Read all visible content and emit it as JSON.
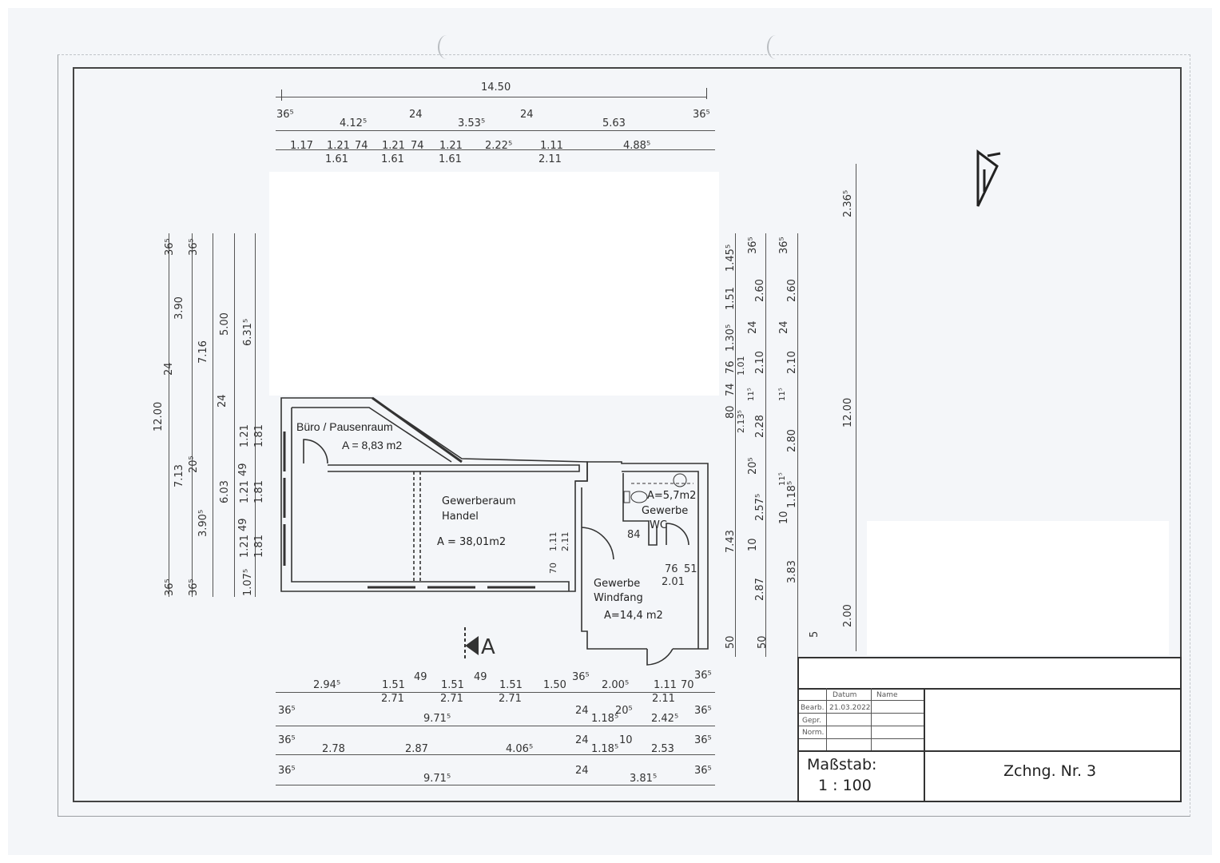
{
  "drawing": {
    "scale_label": "Maßstab:",
    "scale_value": "1 : 100",
    "drawing_number": "Zchng. Nr. 3",
    "section_marker": "A",
    "title_block": {
      "col_datum": "Datum",
      "col_name": "Name",
      "row_bearb": "Bearb.",
      "row_bearb_date": "21.03.2022",
      "row_gepr": "Gepr.",
      "row_norm": "Norm."
    }
  },
  "rooms": [
    {
      "name": "Büro / Pausenraum",
      "area": "A = 8,83 m2"
    },
    {
      "name_line1": "Gewerberaum",
      "name_line2": "Handel",
      "area": "A  =  38,01m2"
    },
    {
      "name_line1": "Gewerbe",
      "name_line2": "WC",
      "area": "A=5,7m2"
    },
    {
      "name_line1": "Gewerbe",
      "name_line2": "Windfang",
      "area": "A=14,4  m2"
    }
  ],
  "dimensions": {
    "top": {
      "overall": "14.50",
      "row2": [
        "36⁵",
        "4.12⁵",
        "24",
        "3.53⁵",
        "24",
        "5.63",
        "36⁵"
      ],
      "row3_top": [
        "1.17",
        "1.21",
        "74",
        "1.21",
        "74",
        "1.21",
        "2.22⁵",
        "1.11",
        "4.88⁵"
      ],
      "row3_bottom": [
        "1.61",
        "1.61",
        "1.61",
        "2.11"
      ]
    },
    "left": {
      "col1": [
        "12.00"
      ],
      "col2": [
        "36⁵",
        "3.90",
        "24",
        "7.13",
        "36⁵"
      ],
      "col3": [
        "36⁵",
        "7.16",
        "20⁵",
        "3.90⁵",
        "36⁵"
      ],
      "col4": [
        "5.00",
        "24",
        "6.03"
      ],
      "col5": [
        "6.31⁵",
        "1.21",
        "1.81",
        "49",
        "1.21",
        "1.81",
        "49",
        "1.21",
        "1.81",
        "1.07⁵"
      ]
    },
    "right": {
      "col1": [
        "1.45⁵",
        "1.51",
        "1.30⁵",
        "76",
        "74",
        "80",
        "7.43",
        "50"
      ],
      "col1b": [
        "1.01",
        "2.13⁵"
      ],
      "col2": [
        "36⁵",
        "2.60",
        "24",
        "2.10",
        "11⁵",
        "2.28",
        "20⁵",
        "2.57⁵",
        "10",
        "2.87",
        "50"
      ],
      "col3": [
        "36⁵",
        "2.60",
        "24",
        "2.10",
        "11⁵",
        "2.80",
        "11⁵",
        "1.18⁵",
        "10",
        "3.83",
        "5"
      ],
      "far": [
        "2.36⁵",
        "12.00",
        "2.00"
      ]
    },
    "bottom": {
      "row1_top": [
        "2.94⁵",
        "1.51",
        "49",
        "1.51",
        "49",
        "1.51",
        "1.50",
        "36⁵",
        "2.00⁵",
        "1.11",
        "70",
        "36⁵"
      ],
      "row1_bottom": [
        "2.71",
        "2.71",
        "2.71",
        "2.11"
      ],
      "row2": [
        "36⁵",
        "9.71⁵",
        "24",
        "1.18⁵",
        "20⁵",
        "2.42⁵",
        "36⁵"
      ],
      "row3": [
        "36⁵",
        "2.78",
        "2.87",
        "4.06⁵",
        "24",
        "1.18⁵",
        "10",
        "2.53",
        "36⁵"
      ],
      "row4": [
        "36⁵",
        "9.71⁵",
        "24",
        "3.81⁵",
        "36⁵"
      ]
    },
    "interior": {
      "door_main": [
        "1.11",
        "2.11",
        "70"
      ],
      "wc_door": "84",
      "windfang": [
        "76",
        "51",
        "2.01"
      ]
    }
  }
}
